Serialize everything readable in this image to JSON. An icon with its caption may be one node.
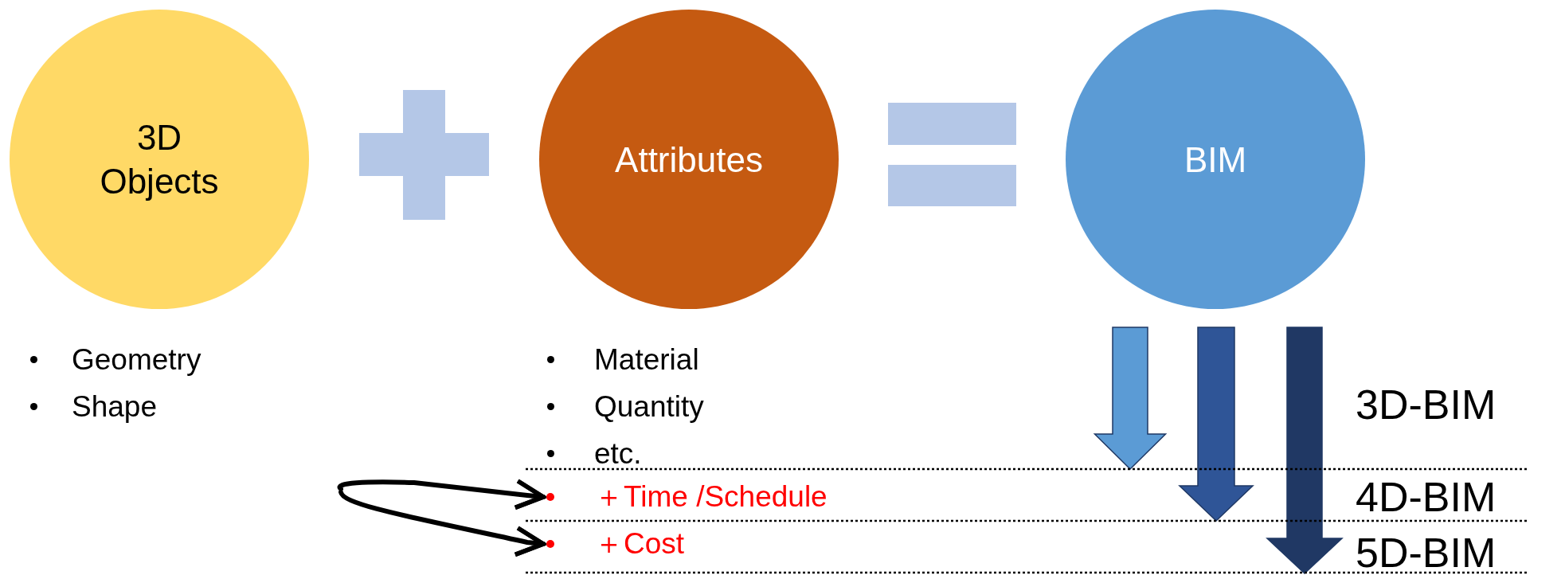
{
  "diagram": {
    "nodes": [
      {
        "text": [
          "3D Objects"
        ],
        "beside": [
          "Geometry",
          "Shape"
        ]
      },
      {
        "text": [
          "Attributes"
        ],
        "beside": [
          "Material",
          "Quantity",
          "etc."
        ]
      },
      {
        "text": [
          "BIM"
        ]
      },
      {
        "text": [
          "＋Time /Schedule"
        ]
      },
      {
        "text": [
          "＋Cost"
        ]
      }
    ],
    "edges": [
      {
        "from": null,
        "to": 3,
        "arrow": "to"
      },
      {
        "from": null,
        "to": 4,
        "arrow": "to"
      }
    ],
    "labels": [
      "3D-BIM",
      "4D-BIM",
      "5D-BIM"
    ]
  }
}
